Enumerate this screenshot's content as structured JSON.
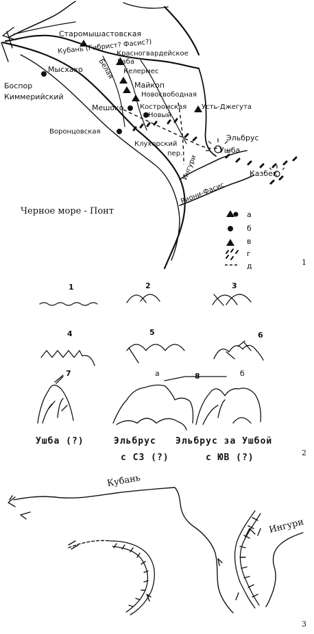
{
  "map1": {
    "number": "1",
    "sea": "Черное море - Понт",
    "places": {
      "starymyshast": "Старомышастовская",
      "kuban": "Кубань (Гибрист? Фасис?)",
      "krasnogv": "Красногвардейское",
      "laba": "Лаба",
      "kelermes": "Келермес",
      "belaya": "Белая",
      "myskhako": "Мысхако",
      "maikop": "Майкоп",
      "novosvob": "Новосвободная",
      "mesoko": "Мешоко",
      "kostroma": "Костромская",
      "novyi": "Новый",
      "ustdzheg": "Усть-Джегута",
      "vorontsov": "Воронцовская",
      "klukhor": "Клухорский",
      "per": "пер.",
      "elbrus": "Эльбрус",
      "ushba": "Ушба",
      "kazbek": "Казбек",
      "inguri": "Ингури",
      "rioni": "Риони-Фасис",
      "bospor1": "Боспор",
      "bospor2": "Киммерийский"
    },
    "legend": [
      "а",
      "б",
      "в",
      "г",
      "д"
    ]
  },
  "panel2": {
    "number": "2",
    "figures": [
      "1",
      "2",
      "3",
      "4",
      "5",
      "6",
      "7",
      "8"
    ],
    "sub_a": "а",
    "sub_b": "б",
    "cap1": "Ушба (?)",
    "cap2a": "Эльбрус",
    "cap2b": "с СЗ (?)",
    "cap3a": "Эльбрус за Ушбой",
    "cap3b": "с ЮВ (?)"
  },
  "panel3": {
    "number": "3",
    "kuban": "Кубань",
    "inguri": "Ингури"
  }
}
